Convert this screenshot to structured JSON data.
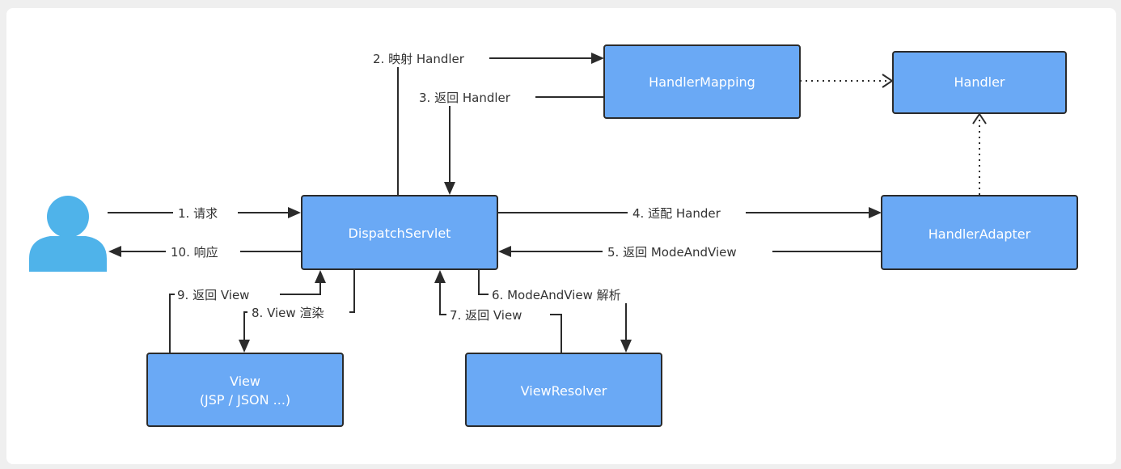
{
  "nodes": {
    "handler_mapping": "HandlerMapping",
    "handler": "Handler",
    "dispatch_servlet": "DispatchServlet",
    "handler_adapter": "HandlerAdapter",
    "view_line1": "View",
    "view_line2": "(JSP / JSON ...)",
    "view_resolver": "ViewResolver"
  },
  "edges": {
    "e1": "1. 请求",
    "e2": "2. 映射 Handler",
    "e3": "3. 返回 Handler",
    "e4": "4. 适配 Hander",
    "e5": "5. 返回 ModeAndView",
    "e6": "6. ModeAndView 解析",
    "e7": "7. 返回 View",
    "e8": "8. View 渲染",
    "e9": "9. 返回 View",
    "e10": "10. 响应"
  },
  "icons": {
    "user": "user-icon"
  },
  "colors": {
    "box_fill": "#6aa9f5",
    "user_icon": "#4fb3ea"
  }
}
